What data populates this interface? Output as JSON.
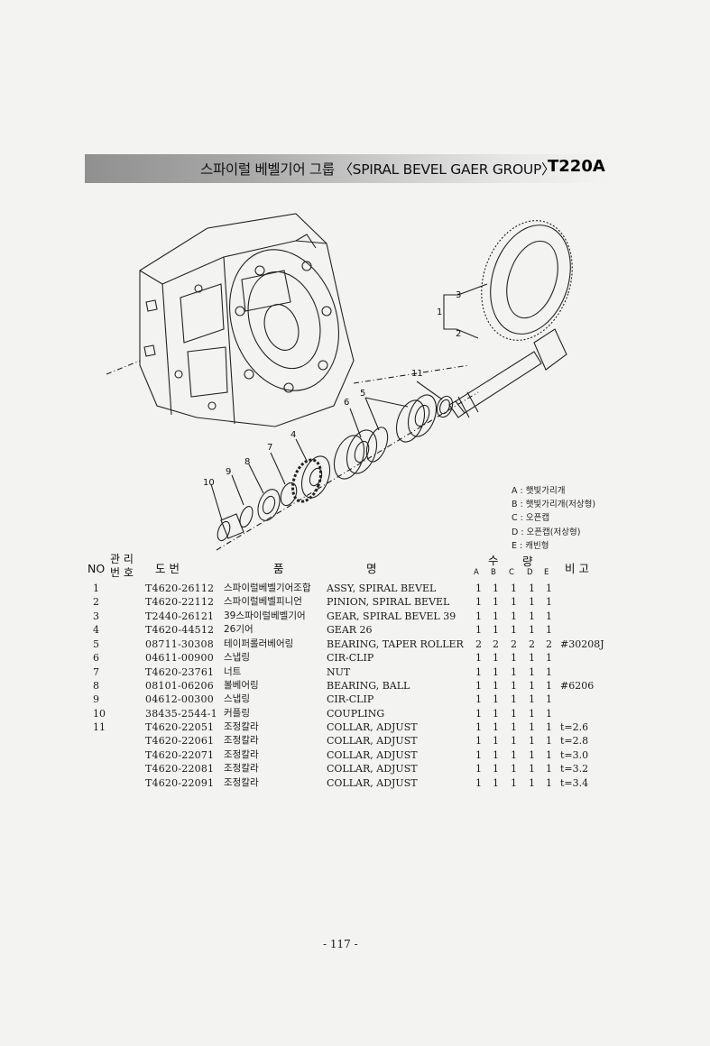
{
  "header": {
    "title": "스파이럴 베벨기어 그룹 〈SPIRAL BEVEL GAER GROUP〉",
    "model": "T220A"
  },
  "diagram": {
    "callouts": [
      "1",
      "2",
      "3",
      "4",
      "5",
      "6",
      "7",
      "8",
      "9",
      "10",
      "11"
    ]
  },
  "legend": [
    "A : 햇빛가리개",
    "B : 햇빛가리개(저상형)",
    "C : 오픈캡",
    "D : 오픈캡(저상형)",
    "E : 캐빈형"
  ],
  "table_headers": {
    "no": "NO",
    "mgmt_1": "관 리",
    "mgmt_2": "번 호",
    "part_no": "도   번",
    "name_1": "품",
    "name_2": "명",
    "qty_1": "수",
    "qty_2": "량",
    "qty_cols": [
      "A",
      "B",
      "C",
      "D",
      "E"
    ],
    "remarks": "비  고"
  },
  "rows": [
    {
      "no": "1",
      "part_no": "T4620-26112",
      "name_kor": "스파이럴베벨기어조합",
      "name_eng": "ASSY, SPIRAL BEVEL",
      "qty": [
        "1",
        "1",
        "1",
        "1",
        "1"
      ],
      "remark": ""
    },
    {
      "no": "2",
      "part_no": "T4620-22112",
      "name_kor": "스파이럴베벨피니언",
      "name_eng": "PINION, SPIRAL BEVEL",
      "qty": [
        "1",
        "1",
        "1",
        "1",
        "1"
      ],
      "remark": ""
    },
    {
      "no": "3",
      "part_no": "T2440-26121",
      "name_kor": "39스파이럴베벨기어",
      "name_eng": "GEAR, SPIRAL BEVEL 39",
      "qty": [
        "1",
        "1",
        "1",
        "1",
        "1"
      ],
      "remark": ""
    },
    {
      "no": "4",
      "part_no": "T4620-44512",
      "name_kor": "26기어",
      "name_eng": "GEAR 26",
      "qty": [
        "1",
        "1",
        "1",
        "1",
        "1"
      ],
      "remark": ""
    },
    {
      "no": "5",
      "part_no": "08711-30308",
      "name_kor": "테이퍼롤러베어링",
      "name_eng": "BEARING, TAPER ROLLER",
      "qty": [
        "2",
        "2",
        "2",
        "2",
        "2"
      ],
      "remark": "#30208J"
    },
    {
      "no": "6",
      "part_no": "04611-00900",
      "name_kor": "스냅링",
      "name_eng": "CIR-CLIP",
      "qty": [
        "1",
        "1",
        "1",
        "1",
        "1"
      ],
      "remark": ""
    },
    {
      "no": "7",
      "part_no": "T4620-23761",
      "name_kor": "너트",
      "name_eng": "NUT",
      "qty": [
        "1",
        "1",
        "1",
        "1",
        "1"
      ],
      "remark": ""
    },
    {
      "no": "8",
      "part_no": "08101-06206",
      "name_kor": "볼베어링",
      "name_eng": "BEARING, BALL",
      "qty": [
        "1",
        "1",
        "1",
        "1",
        "1"
      ],
      "remark": "#6206"
    },
    {
      "no": "9",
      "part_no": "04612-00300",
      "name_kor": "스냅링",
      "name_eng": "CIR-CLIP",
      "qty": [
        "1",
        "1",
        "1",
        "1",
        "1"
      ],
      "remark": ""
    },
    {
      "no": "10",
      "part_no": "38435-2544-1",
      "name_kor": "커플링",
      "name_eng": "COUPLING",
      "qty": [
        "1",
        "1",
        "1",
        "1",
        "1"
      ],
      "remark": ""
    },
    {
      "no": "11",
      "part_no": "T4620-22051",
      "name_kor": "조정칼라",
      "name_eng": "COLLAR, ADJUST",
      "qty": [
        "1",
        "1",
        "1",
        "1",
        "1"
      ],
      "remark": "t=2.6"
    },
    {
      "no": "",
      "part_no": "T4620-22061",
      "name_kor": "조정칼라",
      "name_eng": "COLLAR, ADJUST",
      "qty": [
        "1",
        "1",
        "1",
        "1",
        "1"
      ],
      "remark": "t=2.8"
    },
    {
      "no": "",
      "part_no": "T4620-22071",
      "name_kor": "조정칼라",
      "name_eng": "COLLAR, ADJUST",
      "qty": [
        "1",
        "1",
        "1",
        "1",
        "1"
      ],
      "remark": "t=3.0"
    },
    {
      "no": "",
      "part_no": "T4620-22081",
      "name_kor": "조정칼라",
      "name_eng": "COLLAR, ADJUST",
      "qty": [
        "1",
        "1",
        "1",
        "1",
        "1"
      ],
      "remark": "t=3.2"
    },
    {
      "no": "",
      "part_no": "T4620-22091",
      "name_kor": "조정칼라",
      "name_eng": "COLLAR, ADJUST",
      "qty": [
        "1",
        "1",
        "1",
        "1",
        "1"
      ],
      "remark": "t=3.4"
    }
  ],
  "footer": {
    "page": "- 117 -"
  }
}
